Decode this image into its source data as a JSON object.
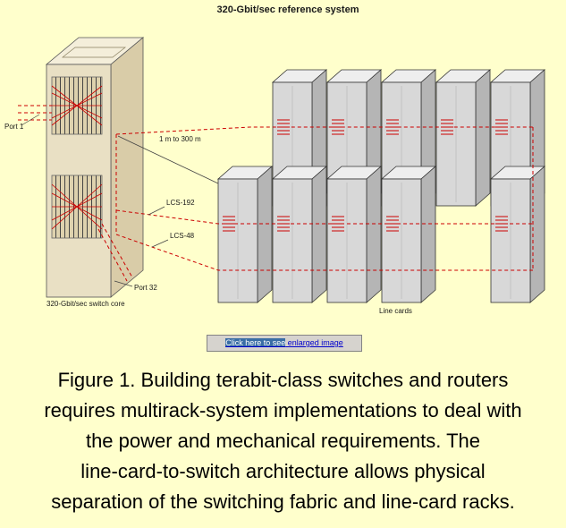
{
  "diagram": {
    "title": "320-Gbit/sec reference system",
    "labels": {
      "port1": "Port 1",
      "distance": "1 m to 300 m",
      "lcs192": "LCS-192",
      "lcs48": "LCS-48",
      "port32": "Port 32",
      "switch_rack": "320-Gbit/sec switch core",
      "line_cards": "Line cards"
    },
    "link": {
      "highlight_text": "Click here to see",
      "rest_text": " enlarged image"
    },
    "colors": {
      "background": "#ffffcc",
      "rack_front": "#e9e0c4",
      "rack_top": "#f4eeda",
      "rack_side": "#d9cca8",
      "cage_fill": "#ded2ae",
      "tower_front": "#d8d8d8",
      "tower_top": "#eeeeee",
      "tower_side": "#b5b5b5",
      "wire": "#cc0000",
      "link_blue": "#0000cc"
    }
  },
  "caption": {
    "lines": [
      "Figure 1. Building terabit-class switches and routers",
      "requires multirack-system implementations to deal with",
      "the power and mechanical requirements. The",
      "line-card-to-switch architecture allows physical",
      "separation of the switching fabric and line-card racks."
    ]
  }
}
